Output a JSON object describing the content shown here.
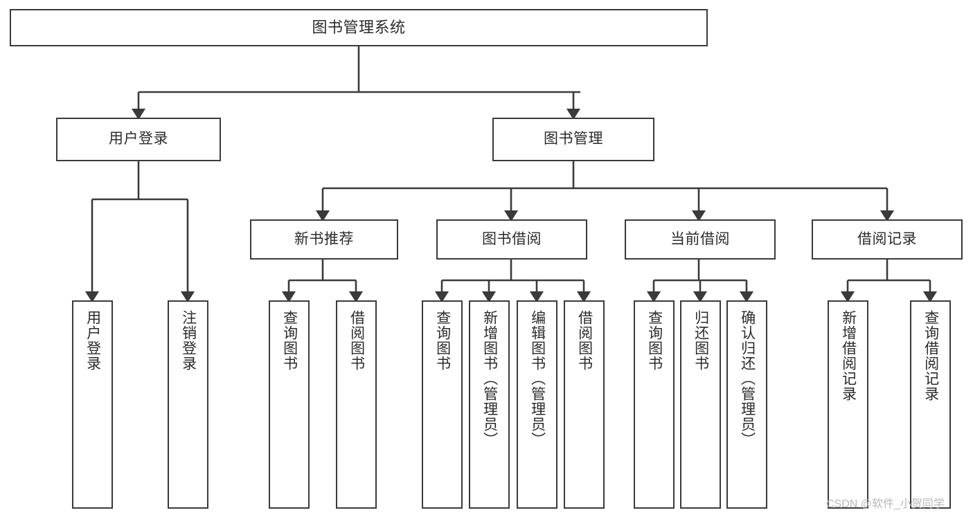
{
  "diagram": {
    "type": "tree-hierarchy",
    "title": "图书管理系统",
    "watermark": "CSDN @软件_小贺同学",
    "colors": {
      "box_border": "#3a3a3a",
      "box_fill": "#ffffff",
      "text": "#2b2b2b",
      "connector": "#3a3a3a",
      "watermark": "#b9b9b9"
    },
    "root": {
      "label": "图书管理系统"
    },
    "level2": [
      {
        "label": "用户登录"
      },
      {
        "label": "图书管理"
      }
    ],
    "level3": [
      {
        "label": "新书推荐"
      },
      {
        "label": "图书借阅"
      },
      {
        "label": "当前借阅"
      },
      {
        "label": "借阅记录"
      }
    ],
    "leaves": {
      "user_login": [
        {
          "label": "用户登录"
        },
        {
          "label": "注销登录"
        }
      ],
      "new_book_recommend": [
        {
          "label": "查询图书"
        },
        {
          "label": "借阅图书"
        }
      ],
      "book_borrow": [
        {
          "label": "查询图书"
        },
        {
          "label": "新增图书（管理员）"
        },
        {
          "label": "编辑图书（管理员）"
        },
        {
          "label": "借阅图书"
        }
      ],
      "current_borrow": [
        {
          "label": "查询图书"
        },
        {
          "label": "归还图书"
        },
        {
          "label": "确认归还（管理员）"
        }
      ],
      "borrow_record": [
        {
          "label": "新增借阅记录"
        },
        {
          "label": "查询借阅记录"
        }
      ]
    }
  }
}
